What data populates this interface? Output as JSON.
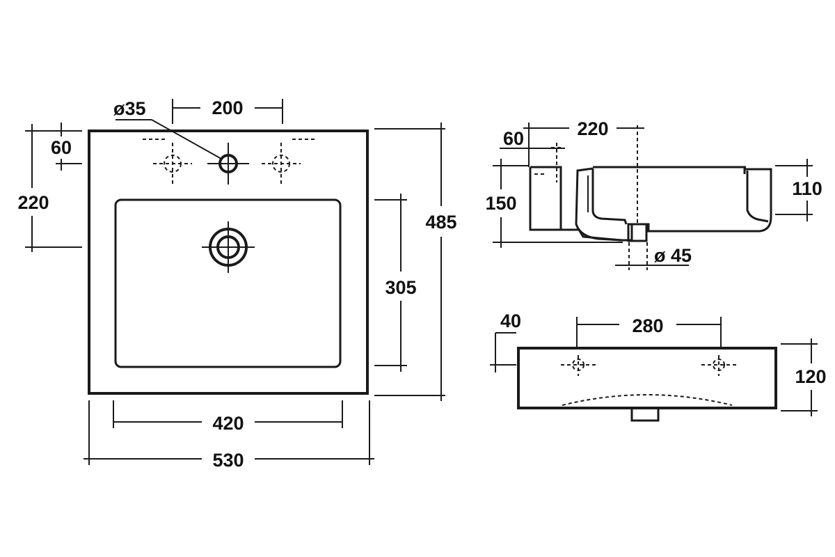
{
  "drawing": {
    "plan_view": {
      "tap_hole_dia": "ø35",
      "tap_spacing": "200",
      "tap_offset_back": "60",
      "waste_from_back": "220",
      "overall_depth": "485",
      "bowl_depth": "305",
      "bowl_width": "420",
      "overall_width": "530"
    },
    "side_section": {
      "tap_offset": "60",
      "waste_offset": "220",
      "overall_height": "150",
      "bowl_height": "110",
      "waste_dia": "ø 45"
    },
    "front_view": {
      "edge_offset": "40",
      "hole_spacing": "280",
      "height": "120"
    }
  }
}
